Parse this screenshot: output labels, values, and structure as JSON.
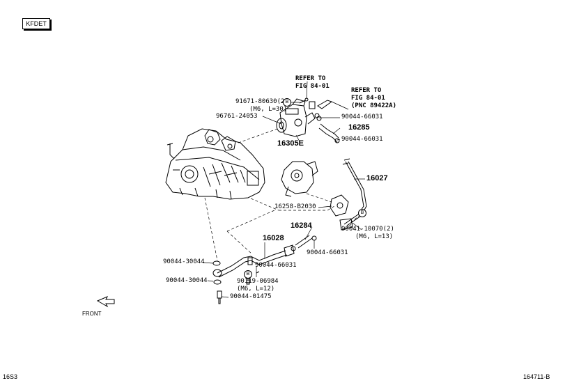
{
  "engine_code": "KFDET",
  "footer": {
    "left_code": "16S3",
    "right_code": "164711-B"
  },
  "front_label": "FRONT",
  "marker_letter": "B",
  "refer_notes": [
    {
      "line1": "REFER TO",
      "line2": "FIG 84-01",
      "line3": ""
    },
    {
      "line1": "REFER TO",
      "line2": "FIG 84-01",
      "line3": "(PNC 89422A)"
    }
  ],
  "parts": [
    {
      "number": "91671-80630(2)",
      "spec": "(M6, L=30)"
    },
    {
      "number": "96761-24053",
      "spec": ""
    },
    {
      "number": "16305E",
      "spec": ""
    },
    {
      "number": "90044-66031",
      "spec": ""
    },
    {
      "number": "16285",
      "spec": ""
    },
    {
      "number": "90044-66031",
      "spec": ""
    },
    {
      "number": "16027",
      "spec": ""
    },
    {
      "number": "16258-B2030",
      "spec": ""
    },
    {
      "number": "16284",
      "spec": ""
    },
    {
      "number": "16028",
      "spec": ""
    },
    {
      "number": "90041-10070(2)",
      "spec": "(M6, L=13)"
    },
    {
      "number": "90044-66031",
      "spec": ""
    },
    {
      "number": "90044-66031",
      "spec": ""
    },
    {
      "number": "90044-30044",
      "spec": ""
    },
    {
      "number": "90044-30044",
      "spec": ""
    },
    {
      "number": "90119-06984",
      "spec": "(M6, L=12)"
    },
    {
      "number": "90044-01475",
      "spec": ""
    }
  ]
}
